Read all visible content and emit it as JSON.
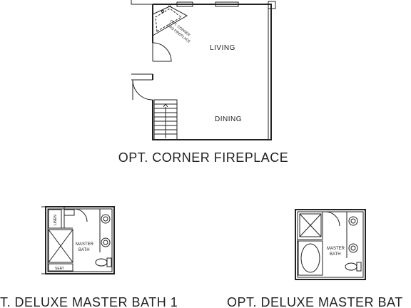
{
  "plans": {
    "fireplace": {
      "room_living": "LIVING",
      "room_dining": "DINING",
      "fireplace_note_line1": "OPT. CORNER",
      "fireplace_note_line2": "GAS FIREPLACE",
      "caption": "OPT. CORNER FIREPLACE"
    },
    "bath1": {
      "linen": "LINEN",
      "room_line1": "MASTER",
      "room_line2": "BATH",
      "seat": "SEAT",
      "caption": "T. DELUXE MASTER BATH 1"
    },
    "bath2": {
      "room_line1": "MASTER",
      "room_line2": "BATH",
      "caption": "OPT. DELUXE MASTER BAT"
    }
  }
}
